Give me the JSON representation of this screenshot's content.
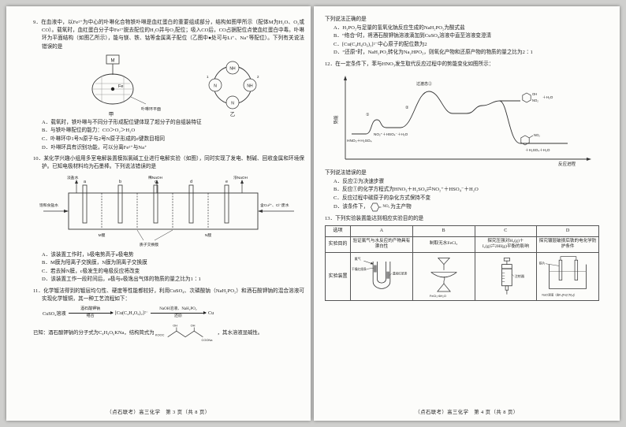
{
  "footer": {
    "left": "（点石联考）高三化学　第 3 页（共 8 页）",
    "right": "（点石联考）高三化学　第 4 页（共 8 页）"
  },
  "q9": {
    "stem": "9．在血液中，以Fe²⁺为中心的卟啉化合物铁卟啉是血红蛋白的重要组成部分，结构如图甲所示（配体M为H₂O、O₂或CO）。载氧时，血红蛋白分子中Fe²⁺脱去配位的H₂O并与O₂配位；吸入CO后，CO占据配位点使血红蛋白中毒。卟啉环为平面结构（如图乙所示），能与镁、铁、钴等金属离子配位（乙图中●处可与Li⁺、Na⁺等配位）。下列有关说法错误的是",
    "fig": {
      "m": "M",
      "fe": "Fe",
      "plane": "卟啉环平面",
      "jia": "甲",
      "yi": "乙",
      "nh1": "NH",
      "n1": "N",
      "n2": "N",
      "nh2": "NH",
      "no1": "1",
      "no2": "2"
    },
    "options": [
      "A．载氧时，铁卟啉与不同分子形成配位键体现了超分子的自组装特征",
      "B．与铁卟啉配位的能力：CO＞O₂＞H₂O",
      "C．卟啉环中1号N原子与2号N原子形成的σ键数目相同",
      "D．卟啉环具有识别功能，可以分离Fe²⁺与Na⁺"
    ]
  },
  "q10": {
    "stem": "10．某化学兴趣小组用多室电解装置模拟氯碱工业进行电解实验（如图），同时实现了发电、制碱、回收金属和环境保护。已知电极材料均为石墨棒。下列说法错误的是",
    "fig": {
      "in_left": "饱和食盐水",
      "out1": "淡盐水",
      "out2": "稀NaOH",
      "out3": "浓NaOH",
      "in_right": "含Cu²⁺、Cl⁻废水",
      "pem": "质子交换膜",
      "m": "M膜",
      "n": "N膜",
      "e": [
        "a",
        "b",
        "c",
        "d",
        "e"
      ]
    },
    "options": [
      "A．该装置工作时，b极电势高于a极电势",
      "B．M膜为阳离子交换膜，N膜为阴离子交换膜",
      "C．若去掉N膜，c极发生的电极反应将改变",
      "D．该装置工作一段时间后，a极与e极逸出气体的物质的量之比为1∶1"
    ]
  },
  "q11": {
    "stem": "11．化学镀法得到的镀层均匀性、硬度等性能都较好，利用CuSO₄、次磷酸钠（NaH₂PO₂）和酒石酸钾钠的混合溶液可实现化学镀铜，其一种工艺流程如下：",
    "scheme": {
      "start": "CuSO₄溶液",
      "a1_top": "酒石酸钾钠",
      "a1_bot": "络合",
      "mid": "[Cu(C₄H₄O₆)₂]²⁻",
      "a2_top": "NaOH溶液、NaH₂PO₂",
      "a2_bot": "还原",
      "end": "Cu"
    },
    "known_pre": "已知：酒石酸钾钠的分子式为C₄H₄O₆KNa，结构简式为",
    "known_post": "，其水溶液显碱性。",
    "struct": {
      "l": "KOOC",
      "r": "COONa",
      "oh1": "OH",
      "oh2": "OH"
    }
  },
  "q11r": {
    "lead": "下列说法正确的是",
    "options": [
      "A．H₃PO₂与足量的氢氧化钠反应生成的NaH₂PO₂为酸式盐",
      "B．“络合”时，将酒石酸钾钠溶液滴加到CuSO₄溶液中直至溶液变澄清",
      "C．[Cu(C₄H₄O₆)₂]²⁻中心原子的配位数为2",
      "D．“还原”时，NaH₂PO₂转化为Na₂HPO₃，则氧化产物和还原产物的物质的量之比为2∶1"
    ]
  },
  "q12": {
    "stem": "12．在一定条件下，苯与HNO₃发生取代反应过程中的势能变化如图所示：",
    "fig": {
      "y": "势能",
      "x": "反应进程",
      "ts": "过渡态②",
      "s1": "①",
      "s2": "②",
      "start": "HNO₃＋H₂SO₄",
      "mid": "NO₂⁺＋HSO₄⁻＋H₂O",
      "oha": "OH",
      "no2a": "NO₂",
      "p1": "＋H₂O",
      "no2b": "NO₂",
      "p2": "＋H₂SO₄＋H₂O"
    },
    "lead": "下列说法错误的是",
    "options": [
      "A．反应②为决速步骤",
      "B．反应①的化学方程式为HNO₃＋H₂SO₄⇌NO₂⁺＋HSO₄⁻＋H₂O",
      "C．反应过程中碳原子的杂化方式保持不变"
    ],
    "option_d": {
      "pre": "D．该条件下，",
      "sub": "NO₂",
      "post": "为主产物"
    }
  },
  "q13": {
    "stem": "13．下列实验装置能达到相应实验目的的是",
    "header": [
      "选项",
      "A",
      "B",
      "C",
      "D"
    ],
    "row_purpose": "实验目的",
    "row_device": "实验装置",
    "purposes": [
      "验证氯气与水反应的产物具有漂白性",
      "制取无水FeCl₃",
      "探究压强对H₂(g)＋I₂(g)⇌2HI(g)平衡的影响",
      "探究镀层破损后铁的电化学防护条件"
    ],
    "dev": {
      "a_gas": "氯气",
      "a_dry": "干燥红纸条",
      "a_wet": "湿润红纸条",
      "b_label": "FeCl₃·6H₂O",
      "c_label": "注射器",
      "d_metal": "铁片",
      "d_sol": "NaCl溶液（含K₃[Fe(CN)₆]）"
    }
  }
}
